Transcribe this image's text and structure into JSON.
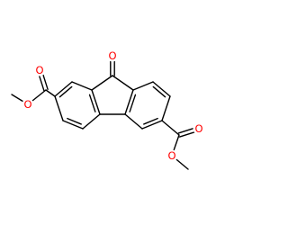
{
  "molecule": {
    "atom_labels": {
      "ketone_o": "O",
      "left_carbonyl_o": "O",
      "left_ester_o": "O",
      "right_carbonyl_o": "O",
      "right_ester_o": "O"
    },
    "colors": {
      "bond": "#000000",
      "oxygen": "#ff0000",
      "background": "#ffffff"
    }
  }
}
